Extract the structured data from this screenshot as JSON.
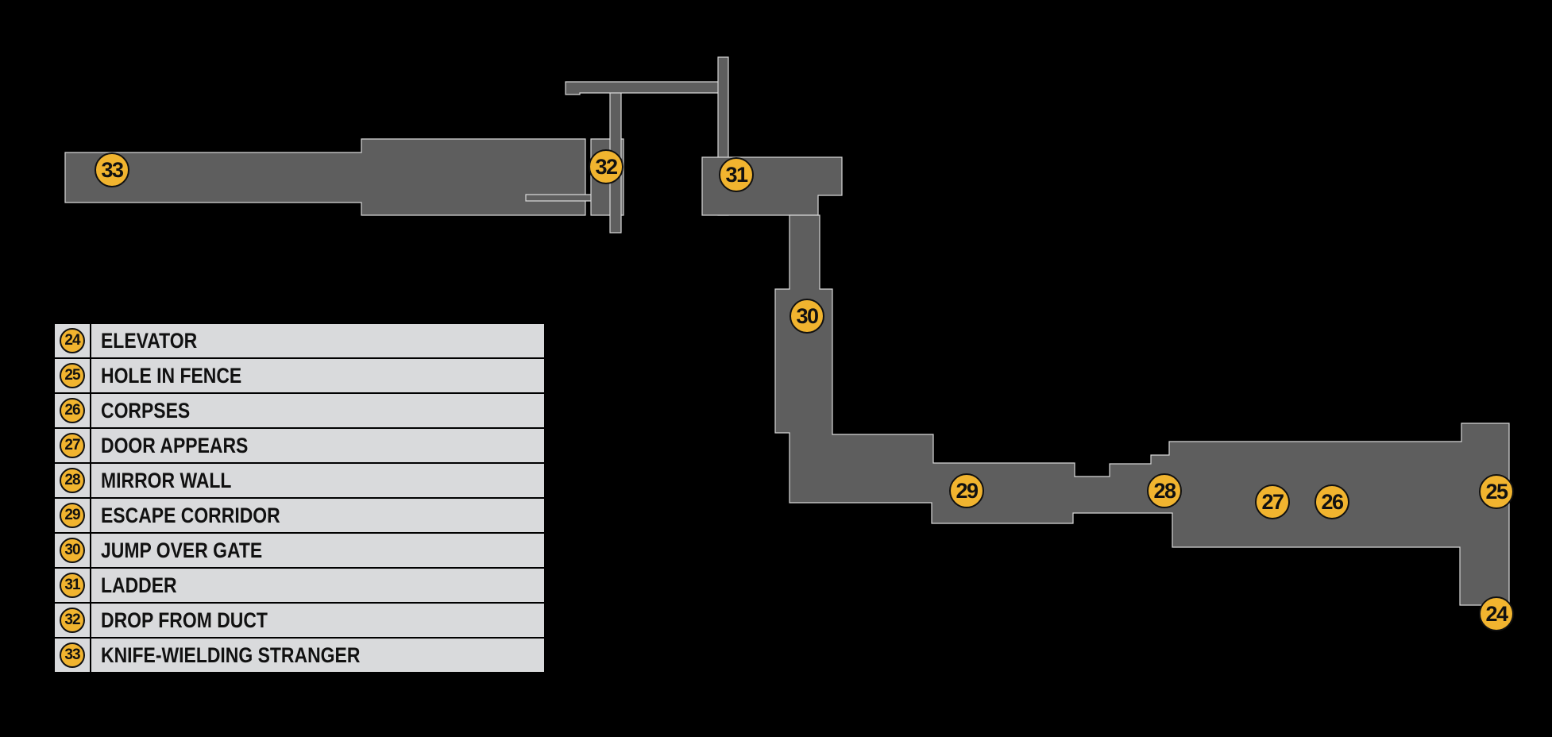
{
  "map": {
    "markers": [
      {
        "id": "24",
        "label": "24"
      },
      {
        "id": "25",
        "label": "25"
      },
      {
        "id": "26",
        "label": "26"
      },
      {
        "id": "27",
        "label": "27"
      },
      {
        "id": "28",
        "label": "28"
      },
      {
        "id": "29",
        "label": "29"
      },
      {
        "id": "30",
        "label": "30"
      },
      {
        "id": "31",
        "label": "31"
      },
      {
        "id": "32",
        "label": "32"
      },
      {
        "id": "33",
        "label": "33"
      }
    ],
    "colors": {
      "floor": "#5e5e5e",
      "outline": "#d8d8d8",
      "marker": "#f1b42f",
      "background": "#000000"
    }
  },
  "legend": {
    "rows": [
      {
        "num": "24",
        "text": "ELEVATOR"
      },
      {
        "num": "25",
        "text": "HOLE IN FENCE"
      },
      {
        "num": "26",
        "text": "CORPSES"
      },
      {
        "num": "27",
        "text": "DOOR APPEARS"
      },
      {
        "num": "28",
        "text": "MIRROR WALL"
      },
      {
        "num": "29",
        "text": "ESCAPE CORRIDOR"
      },
      {
        "num": "30",
        "text": "JUMP OVER GATE"
      },
      {
        "num": "31",
        "text": "LADDER"
      },
      {
        "num": "32",
        "text": "DROP FROM DUCT"
      },
      {
        "num": "33",
        "text": "KNIFE-WIELDING STRANGER"
      }
    ]
  }
}
